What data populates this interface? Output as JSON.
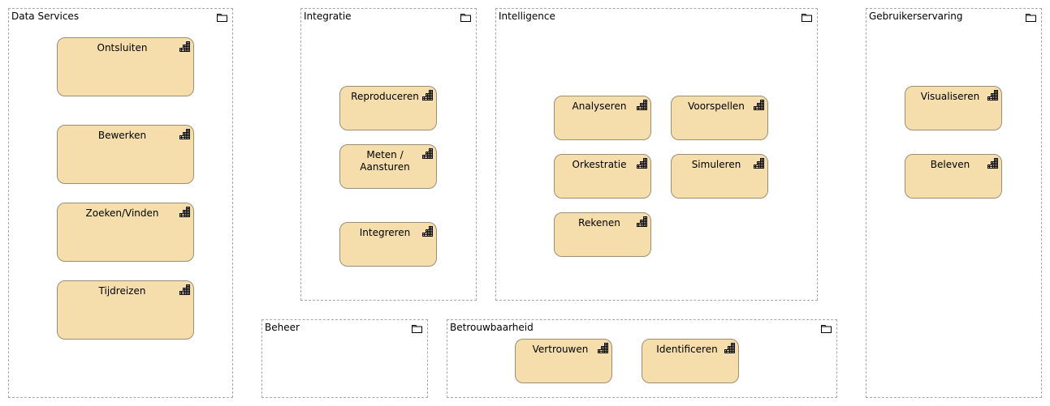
{
  "groups": {
    "data_services": {
      "title": "Data Services",
      "functions": {
        "ontsluiten": "Ontsluiten",
        "bewerken": "Bewerken",
        "zoeken_vinden": "Zoeken/Vinden",
        "tijdreizen": "Tijdreizen"
      }
    },
    "integratie": {
      "title": "Integratie",
      "functions": {
        "reproduceren": "Reproduceren",
        "meten_aansturen": "Meten /\nAansturen",
        "integreren": "Integreren"
      }
    },
    "intelligence": {
      "title": "Intelligence",
      "functions": {
        "analyseren": "Analyseren",
        "voorspellen": "Voorspellen",
        "orkestratie": "Orkestratie",
        "simuleren": "Simuleren",
        "rekenen": "Rekenen"
      }
    },
    "gebruikerservaring": {
      "title": "Gebruikerservaring",
      "functions": {
        "visualiseren": "Visualiseren",
        "beleven": "Beleven"
      }
    },
    "beheer": {
      "title": "Beheer",
      "functions": {}
    },
    "betrouwbaarheid": {
      "title": "Betrouwbaarheid",
      "functions": {
        "vertrouwen": "Vertrouwen",
        "identificeren": "Identificeren"
      }
    }
  },
  "icons": {
    "group": "folder-icon",
    "function": "function-icon"
  },
  "colors": {
    "function_fill": "#f5deab",
    "function_border": "#9b9076",
    "group_border": "#a8a8a8"
  }
}
